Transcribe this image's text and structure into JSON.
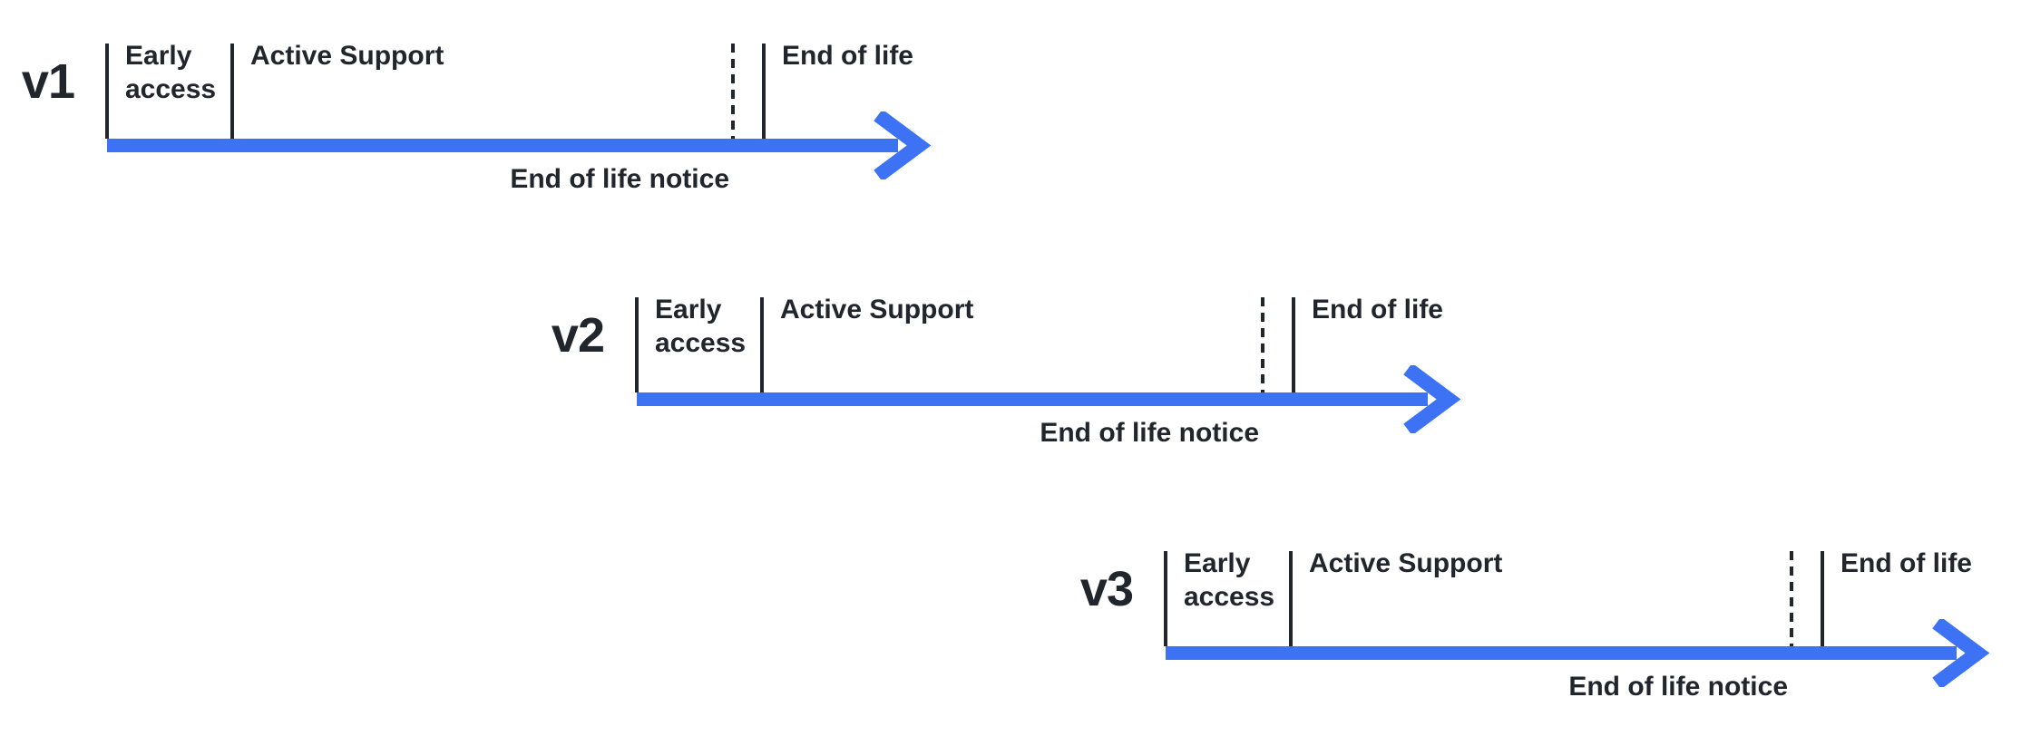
{
  "diagram": {
    "title_semantic": "Version lifecycle timelines",
    "background_color": "#ffffff",
    "accent_color": "#3D72F5",
    "text_color": "#21252c",
    "timelines": [
      {
        "version": "v1",
        "early_access": "Early access",
        "active_support": "Active Support",
        "end_of_life": "End of life",
        "end_of_life_notice": "End of life notice"
      },
      {
        "version": "v2",
        "early_access": "Early access",
        "active_support": "Active Support",
        "end_of_life": "End of life",
        "end_of_life_notice": "End of life notice"
      },
      {
        "version": "v3",
        "early_access": "Early access",
        "active_support": "Active Support",
        "end_of_life": "End of life",
        "end_of_life_notice": "End of life notice"
      }
    ]
  }
}
